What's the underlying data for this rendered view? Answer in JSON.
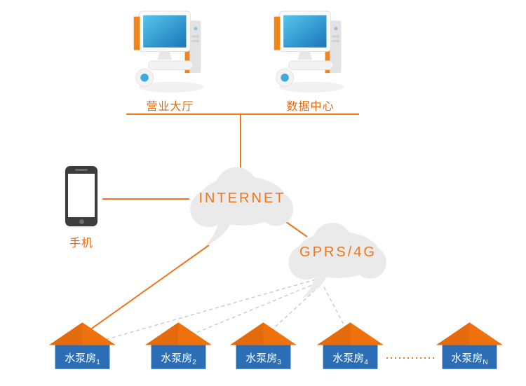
{
  "diagram": {
    "hall_label": "营业大厅",
    "datacenter_label": "数据中心",
    "phone_label": "手机",
    "internet_label": "INTERNET",
    "gprs_label": "GPRS/4G",
    "pumps": [
      {
        "name": "水泵房",
        "sub": "1"
      },
      {
        "name": "水泵房",
        "sub": "2"
      },
      {
        "name": "水泵房",
        "sub": "3"
      },
      {
        "name": "水泵房",
        "sub": "4"
      },
      {
        "name": "水泵房",
        "sub": "N"
      }
    ],
    "colors": {
      "accent_orange": "#F0751B",
      "roof_orange": "#F0720D",
      "house_blue": "#2C6EB5",
      "cloud_gray": "#EAEAEA",
      "screen_blue": "#2E9FD8"
    }
  }
}
